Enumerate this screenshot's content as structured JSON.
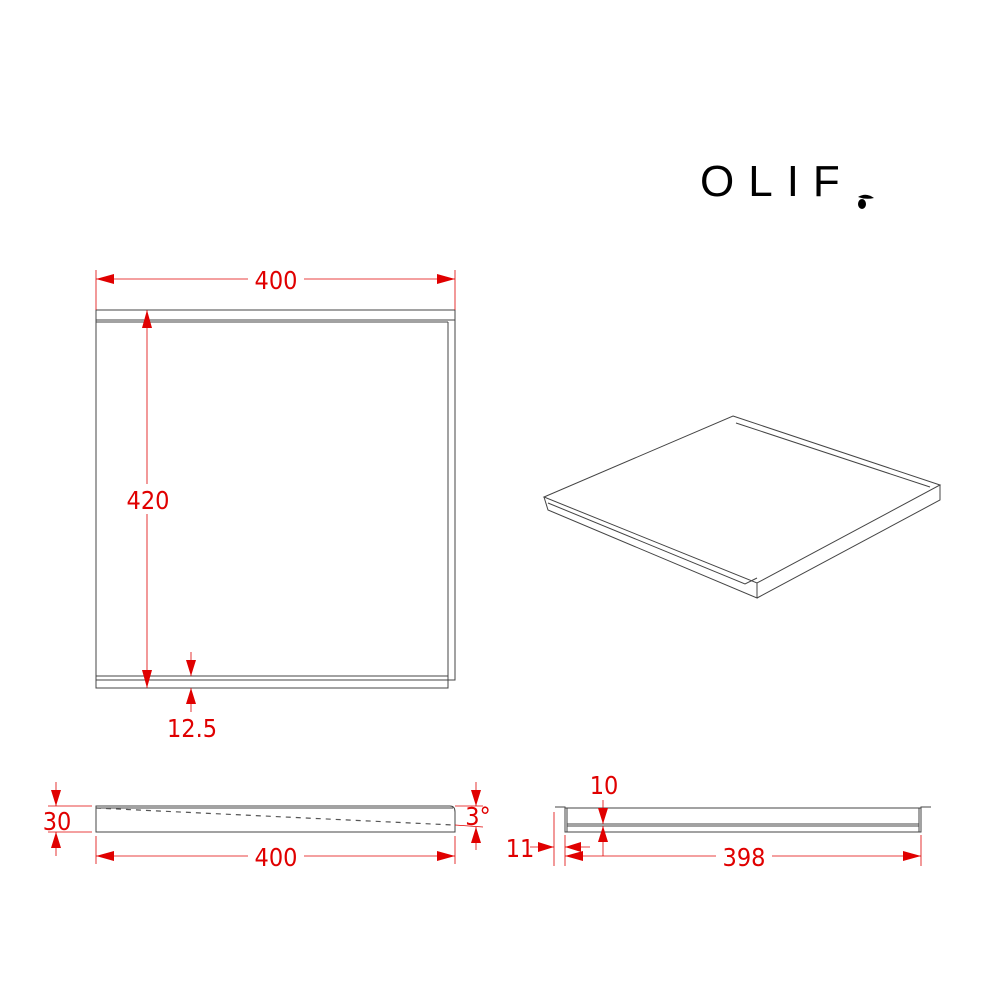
{
  "brand": {
    "logo_text": "OLIF",
    "logo_icon": "olive-icon",
    "color": "#000000"
  },
  "dimension_color": "#e00000",
  "top_view": {
    "width_label": "400",
    "depth_label": "420",
    "lip_label": "12.5"
  },
  "side_view": {
    "height_label": "30",
    "angle_label": "3°",
    "width_label": "400"
  },
  "front_view": {
    "lip_height_label": "10",
    "flange_label": "11",
    "inner_width_label": "398"
  }
}
